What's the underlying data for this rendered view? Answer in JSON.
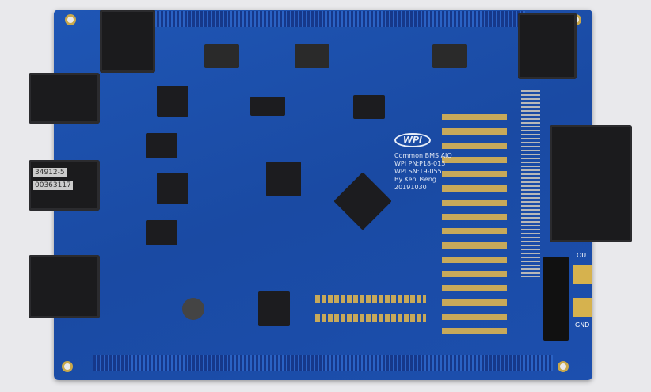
{
  "board": {
    "logo": "WPI",
    "silkscreen": [
      "Common BMS AIO",
      "WPI PN:P18-013",
      "WPI SN:19-055",
      "By Ken Tseng",
      "20191030"
    ],
    "chip_marks": [
      "34912-5",
      "00363117"
    ],
    "terminal_labels": {
      "out": "OUT",
      "gnd": "GND"
    },
    "colors": {
      "pcb": "#1a4aa3",
      "gold": "#c7a95a",
      "connector": "#1b1b1d"
    }
  }
}
